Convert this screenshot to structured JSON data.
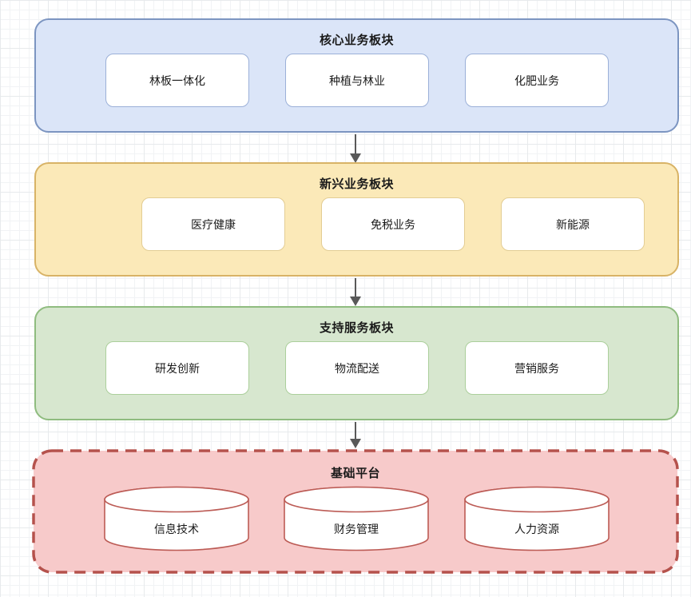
{
  "canvas": {
    "background": "#ffffff",
    "grid_minor_color": "#f1f3f5",
    "grid_major_color": "#e7eaec"
  },
  "diagram": {
    "arrow_color": "#595959",
    "sections": [
      {
        "title": "核心业务板块",
        "fill": "#DBE5F8",
        "border": "#7C95C1",
        "border_style": "solid",
        "item_shape": "rounded-rect",
        "item_fill": "#FFFFFF",
        "item_border": "#9BB0D8",
        "items": [
          "林板一体化",
          "种植与林业",
          "化肥业务"
        ]
      },
      {
        "title": "新兴业务板块",
        "fill": "#FBE9B8",
        "border": "#D8B366",
        "border_style": "solid",
        "item_shape": "rounded-rect",
        "item_fill": "#FFFFFF",
        "item_border": "#E3CD94",
        "items": [
          "医疗健康",
          "免税业务",
          "新能源"
        ]
      },
      {
        "title": "支持服务板块",
        "fill": "#D7E7CF",
        "border": "#8FBC7F",
        "border_style": "solid",
        "item_shape": "rounded-rect",
        "item_fill": "#FFFFFF",
        "item_border": "#ABCF9B",
        "items": [
          "研发创新",
          "物流配送",
          "营销服务"
        ]
      },
      {
        "title": "基础平台",
        "fill": "#F7CACA",
        "border": "#B5524C",
        "border_style": "dashed",
        "item_shape": "cylinder",
        "item_fill": "#FFFFFF",
        "item_border": "#BC5B55",
        "items": [
          "信息技术",
          "财务管理",
          "人力资源"
        ]
      }
    ]
  }
}
